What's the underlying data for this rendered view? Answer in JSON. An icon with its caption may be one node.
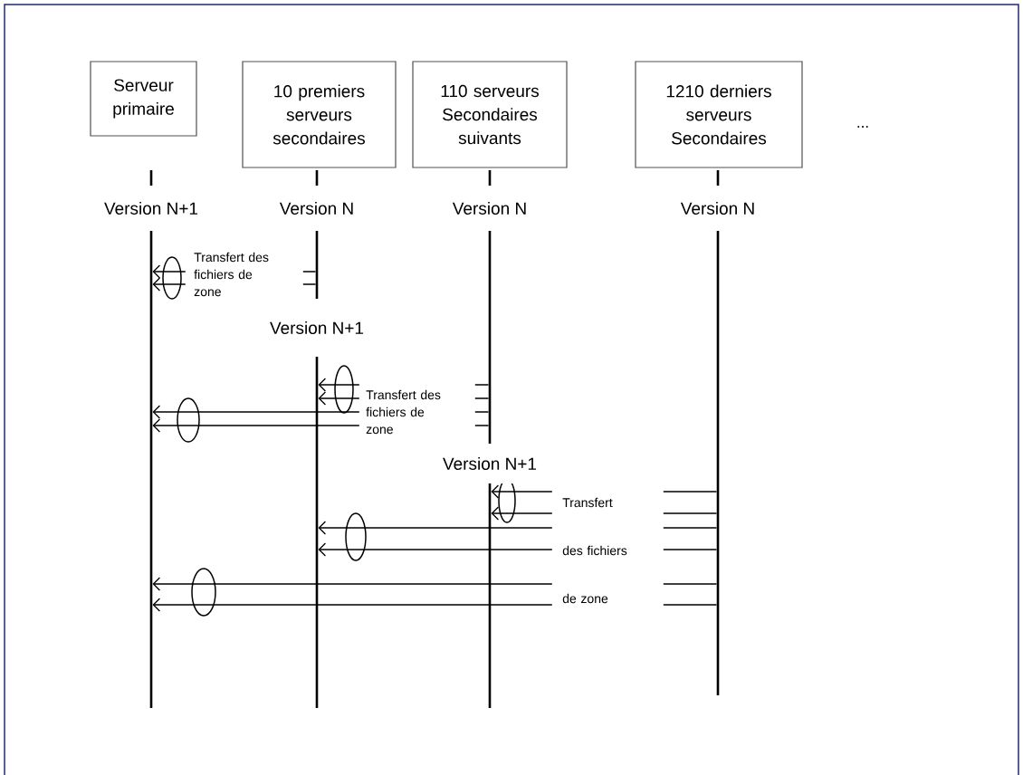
{
  "diagram": {
    "nodes": [
      {
        "text": [
          "Serveur primaire"
        ]
      },
      {
        "text": [
          "10 premiers serveurs secondaires"
        ]
      },
      {
        "text": [
          "110 serveurs Secondaires suivants"
        ]
      },
      {
        "text": [
          "1210 derniers serveurs Secondaires"
        ]
      },
      {
        "text": [],
        "shape": "bar"
      },
      {
        "text": [],
        "shape": "bar"
      },
      {
        "text": [],
        "shape": "bar"
      },
      {
        "text": [],
        "shape": "bar"
      }
    ],
    "edges": [
      {
        "from": 5,
        "to": 4,
        "arrow": "to",
        "label": "Transfert des fichiers de zone"
      },
      {
        "from": 5,
        "to": 4,
        "arrow": "to"
      },
      {
        "from": 6,
        "to": 5,
        "arrow": "to",
        "label": "Transfert des fichiers de zone"
      },
      {
        "from": 6,
        "to": 5,
        "arrow": "to"
      },
      {
        "from": 6,
        "to": 4,
        "arrow": "to"
      },
      {
        "from": 6,
        "to": 4,
        "arrow": "to"
      },
      {
        "from": 7,
        "to": 6,
        "arrow": "to",
        "label": "Transfert"
      },
      {
        "from": 7,
        "to": 6,
        "arrow": "to"
      },
      {
        "from": 7,
        "to": 5,
        "arrow": "to"
      },
      {
        "from": 7,
        "to": 5,
        "arrow": "to",
        "label": "des fichiers"
      },
      {
        "from": 7,
        "to": 4,
        "arrow": "to",
        "label": "de zone"
      },
      {
        "from": 7,
        "to": 4,
        "arrow": "to"
      }
    ],
    "labels": [
      "...",
      "Version N+1",
      "Version N",
      "Version N",
      "Version N",
      "Version N+1",
      "Version N+1"
    ]
  }
}
